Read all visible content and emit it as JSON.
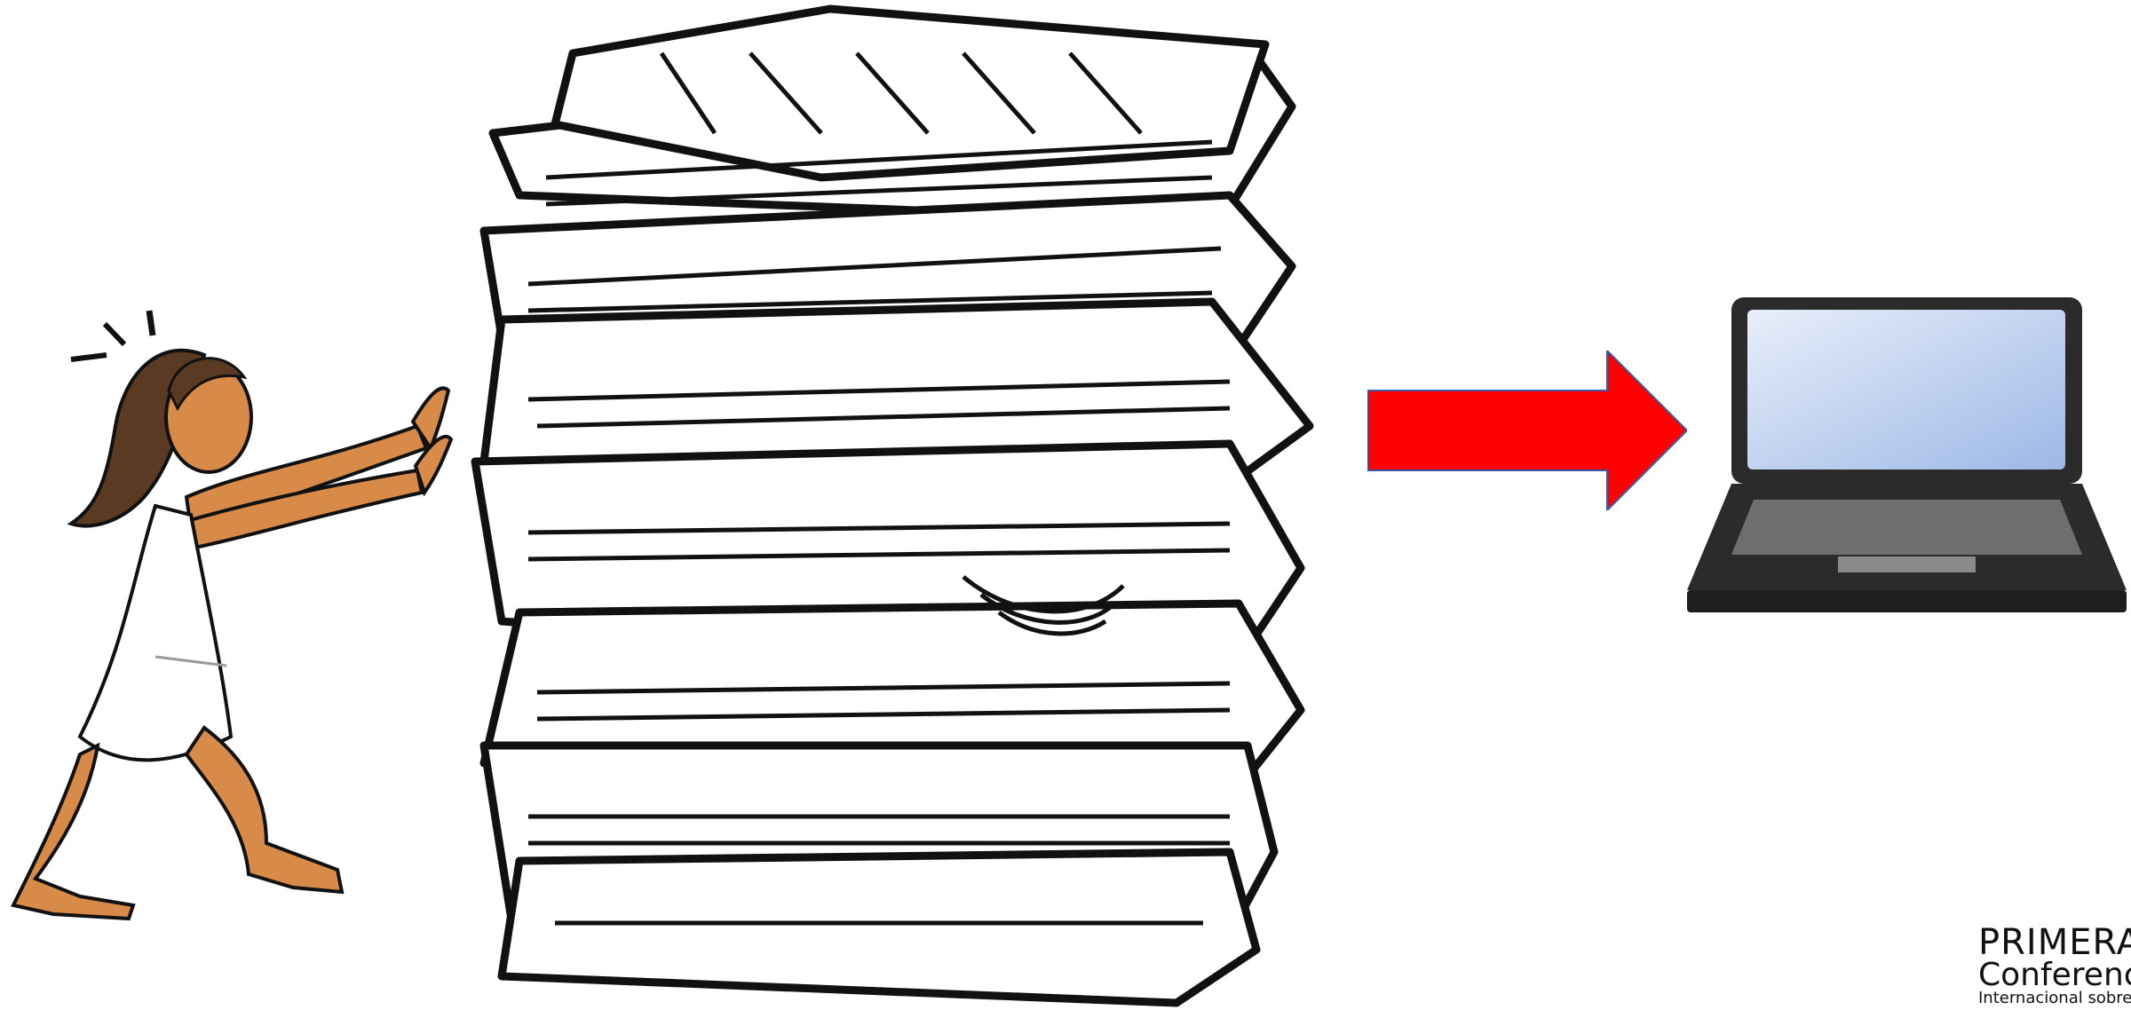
{
  "scene": {
    "illustrations": {
      "woman": "woman-pushing-icon",
      "paper_stack": "paper-stack-icon",
      "arrow": "arrow-right-icon",
      "laptop": "laptop-icon"
    },
    "colors": {
      "arrow": "#ff0000",
      "arrow_outline": "#3b5aa8",
      "skin": "#d88a48",
      "hair": "#5a3a22",
      "dress": "#ffffff",
      "laptop_body": "#2b2b2b",
      "screen": "#c8d8f0",
      "ink": "#111111"
    }
  },
  "logo": {
    "line1": "PRIMERA",
    "line2": "Conferencia",
    "line3": "Internacional sobre"
  }
}
